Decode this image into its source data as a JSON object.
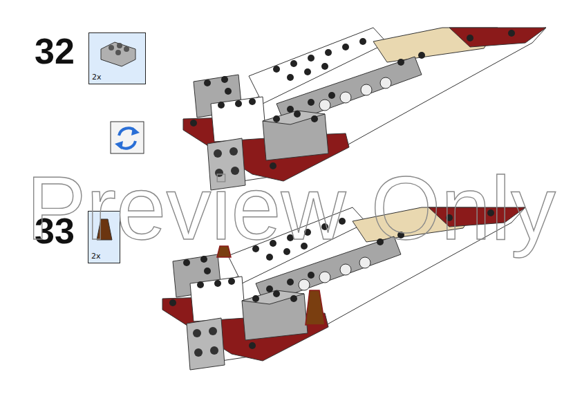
{
  "diagram": {
    "nodes": [
      {
        "text": [
          "2x"
        ]
      },
      {
        "text": [
          "2x"
        ]
      }
    ],
    "labels": [
      "32",
      "33",
      "Preview Only"
    ]
  }
}
